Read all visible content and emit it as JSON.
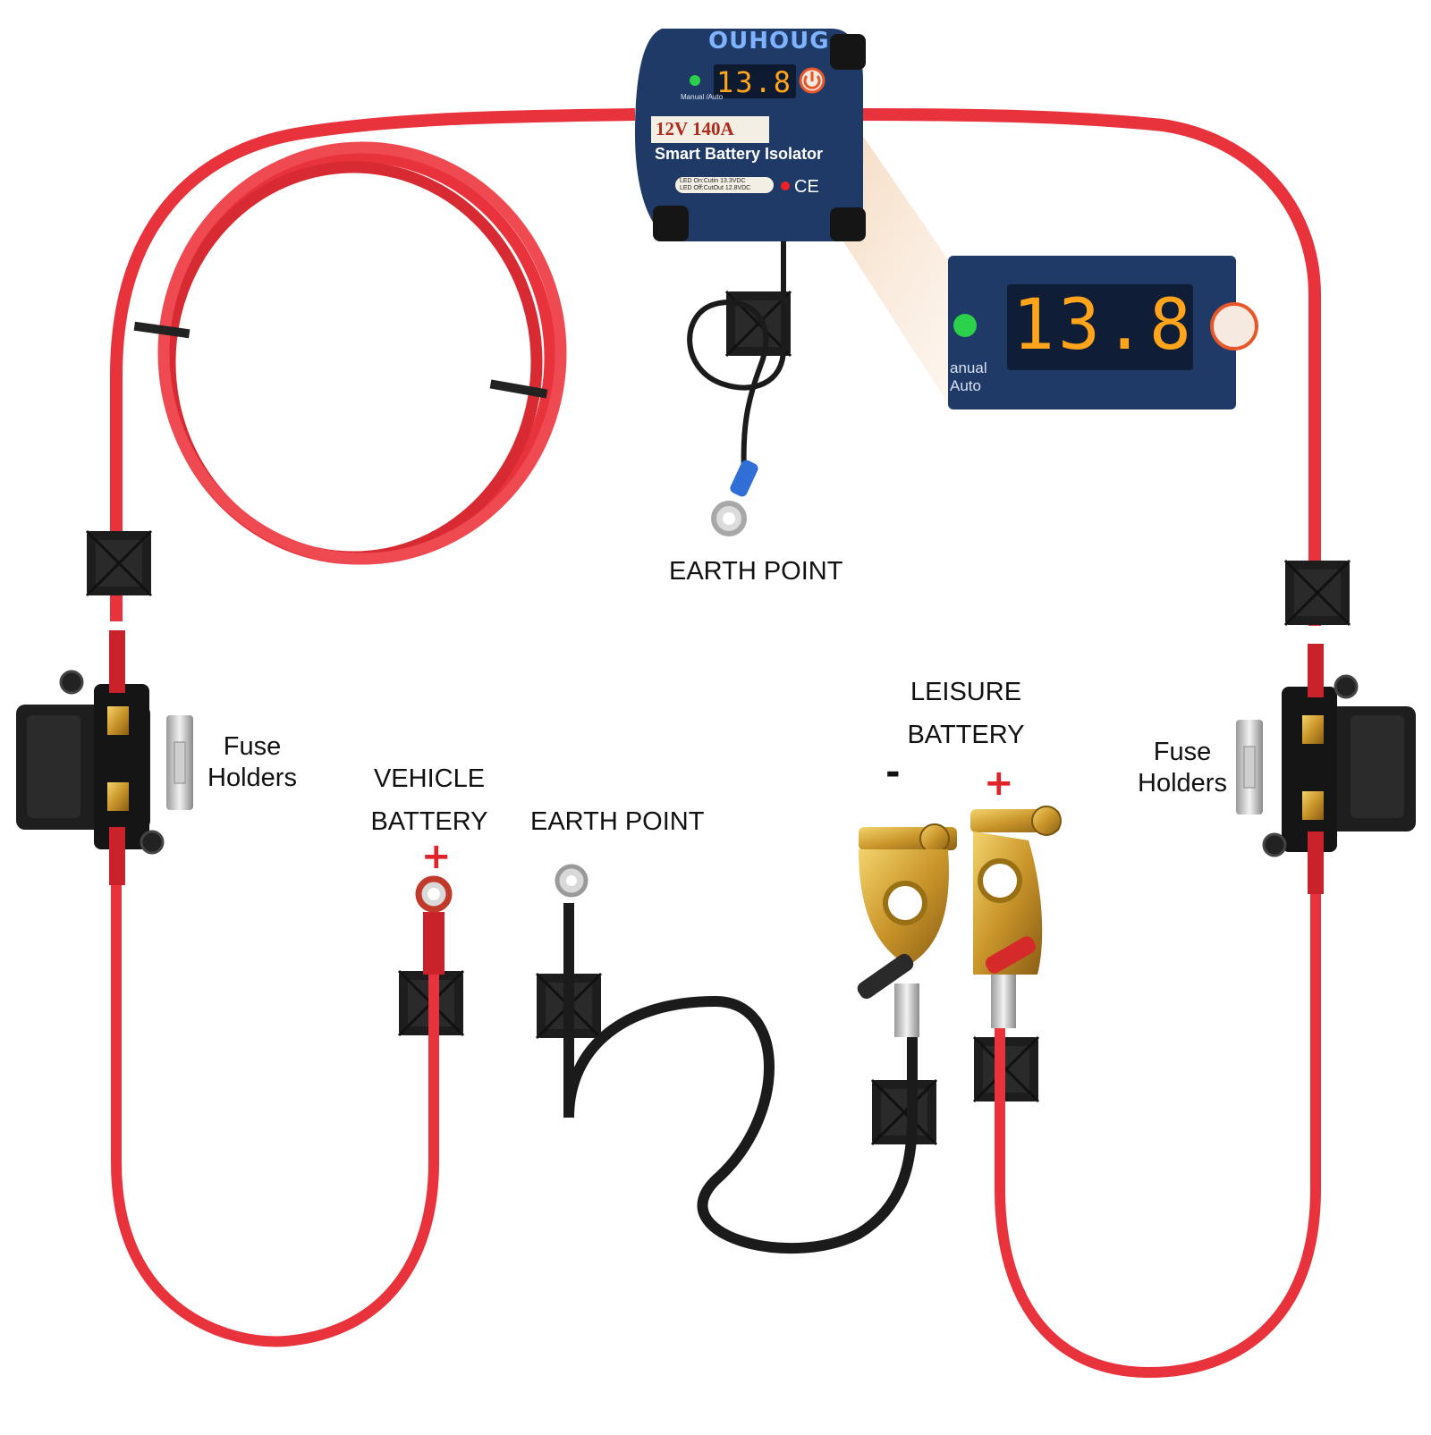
{
  "isolator": {
    "brand": "OUHOUG",
    "rating": "12V 140A",
    "name": "Smart Battery Isolator",
    "display_value": "13.8",
    "mode_label": "Manual /Auto",
    "mode_label_zoom": "anual Auto",
    "led_on_text": "LED On:Cutin 13.3VDC",
    "led_off_text": "LED Off:CutOut 12.8VDC",
    "cert_mark": "CE"
  },
  "labels": {
    "earth_point_top": "EARTH POINT",
    "earth_point_bottom": "EARTH POINT",
    "fuse_holders_left": "Fuse\nHolders",
    "fuse_holders_right": "Fuse\nHolders",
    "vehicle_battery": "VEHICLE\nBATTERY",
    "leisure_battery": "LEISURE\nBATTERY",
    "vehicle_plus": "+",
    "leisure_minus": "-",
    "leisure_plus": "+"
  },
  "colors": {
    "red_cable": "#e8323c",
    "black_cable": "#1b1b1b",
    "isolator_body": "#1f3a66",
    "display_digits": "#ffa41b",
    "status_led": "#2bd14a",
    "brass": "#d4a72c"
  },
  "icons": {
    "power": "power-icon",
    "ring_terminal": "ring-terminal-icon",
    "fuse": "fuse-icon",
    "cable_tie_mount": "cable-tie-mount-icon",
    "battery_clamp": "battery-clamp-icon"
  }
}
